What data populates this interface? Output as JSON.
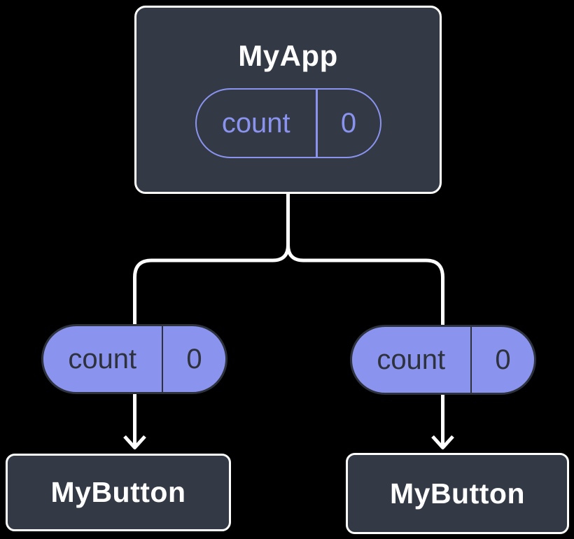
{
  "colors": {
    "background": "#000000",
    "node_fill": "#333A46",
    "node_border": "#FFFFFF",
    "node_text": "#FFFFFF",
    "pill_purple": "#8A93EE",
    "pill_dark": "#2D323D",
    "connector": "#FFFFFF"
  },
  "tree": {
    "root": {
      "label": "MyApp",
      "state": {
        "key": "count",
        "value": "0"
      }
    },
    "children": [
      {
        "label": "MyButton",
        "prop": {
          "key": "count",
          "value": "0"
        }
      },
      {
        "label": "MyButton",
        "prop": {
          "key": "count",
          "value": "0"
        }
      }
    ]
  }
}
